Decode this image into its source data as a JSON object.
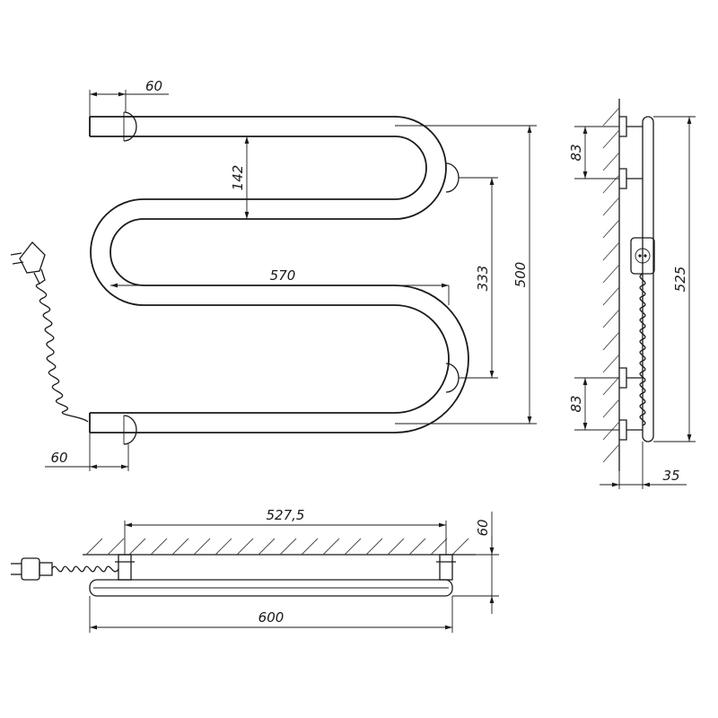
{
  "drawing": {
    "type": "technical-drawing",
    "subject": "electric towel rail",
    "views": [
      "front",
      "side",
      "top"
    ],
    "dimensions": {
      "front_mount_offset_top": "60",
      "front_mount_offset_bottom": "60",
      "front_loop_gap": "142",
      "front_width": "570",
      "front_inner_height": "333",
      "front_total_height": "500",
      "side_top_offset": "83",
      "side_bottom_offset": "83",
      "side_total_height": "525",
      "side_depth": "35",
      "top_mount_span": "527,5",
      "top_wall_offset": "60",
      "top_total_width": "600"
    },
    "line_color": "#1a1a1a"
  }
}
